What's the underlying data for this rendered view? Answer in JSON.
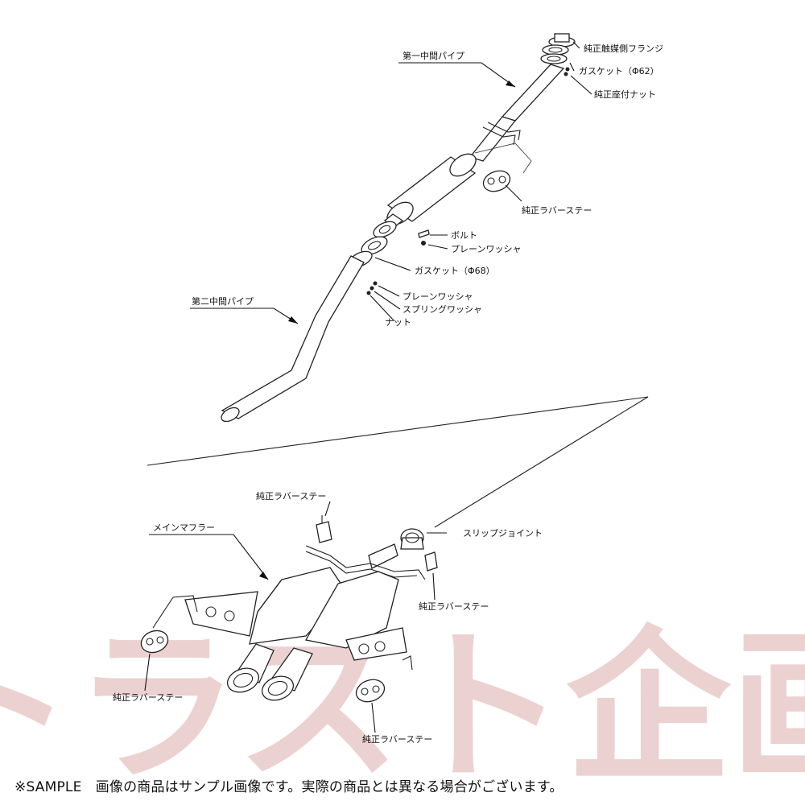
{
  "watermark": {
    "text": "トラスト企画",
    "color": "#d9a3a3"
  },
  "labels": {
    "flange": "純正触媒側フランジ",
    "gasket62": "ガスケット（Φ62）",
    "seat_nut": "純正座付ナット",
    "first_pipe": "第一中間パイプ",
    "rubber_stay_top": "純正ラバーステー",
    "bolt": "ボルト",
    "plain_washer_1": "プレーンワッシャ",
    "gasket68": "ガスケット（Φ68）",
    "second_pipe": "第二中間パイプ",
    "plain_washer_2": "プレーンワッシャ",
    "spring_washer": "スプリングワッシャ",
    "nut": "ナット",
    "rubber_stay_mid": "純正ラバーステー",
    "main_muffler": "メインマフラー",
    "slip_joint": "スリップジョイント",
    "rubber_stay_right": "純正ラバーステー",
    "rubber_stay_left": "純正ラバーステー",
    "rubber_stay_bottom": "純正ラバーステー"
  },
  "footer": "※SAMPLE　画像の商品はサンプル画像です。実際の商品とは異なる場合がございます。"
}
